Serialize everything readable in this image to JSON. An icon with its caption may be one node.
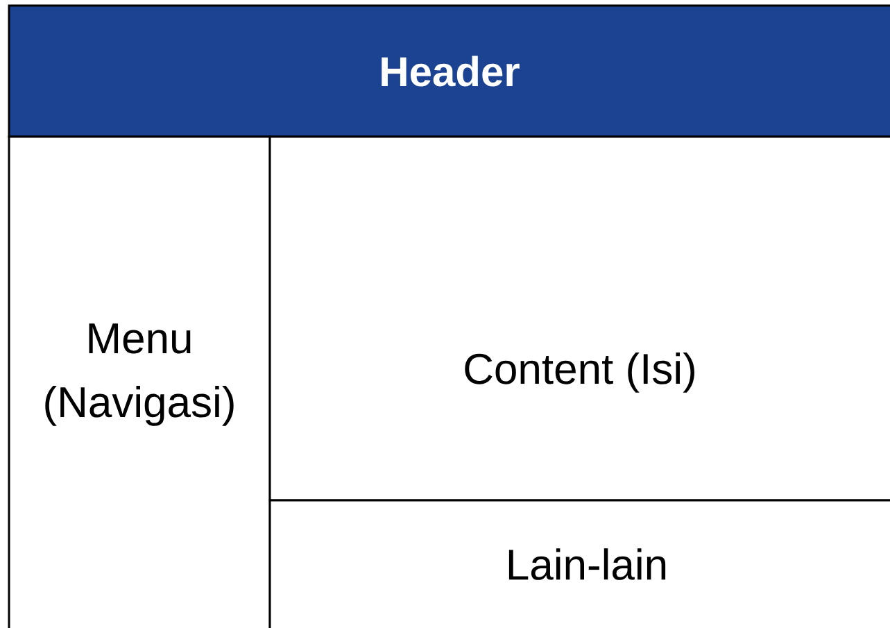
{
  "diagram": {
    "nodes": [
      {
        "text": [
          "Header"
        ]
      },
      {
        "text": [
          "Menu (Navigasi)"
        ]
      },
      {
        "text": [
          "Content (Isi)"
        ]
      },
      {
        "text": [
          "Lain-lain"
        ]
      }
    ]
  }
}
